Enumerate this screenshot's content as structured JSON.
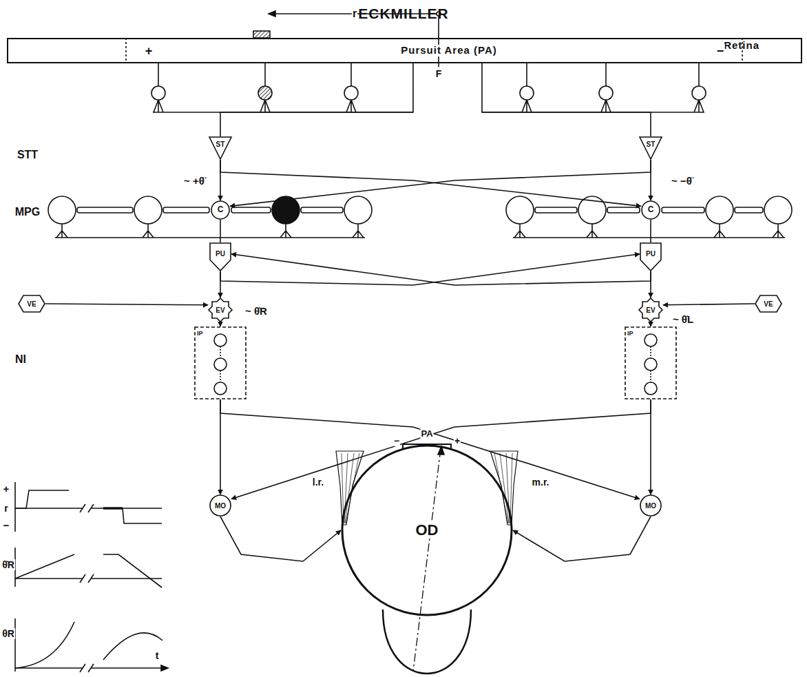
{
  "diagram": {
    "title": "ECKMILLER",
    "nodes": [
      {
        "text": [
          "Retina",
          "Pursuit Area (PA)"
        ]
      },
      {
        "text": [
          "ST"
        ]
      },
      {
        "text": [
          "ST"
        ]
      },
      {
        "text": [
          "C"
        ]
      },
      {
        "text": [
          "C"
        ]
      },
      {
        "text": [
          "PU"
        ]
      },
      {
        "text": [
          "PU"
        ]
      },
      {
        "text": [
          "VE"
        ]
      },
      {
        "text": [
          "EV"
        ]
      },
      {
        "text": [
          "EV"
        ]
      },
      {
        "text": [
          "VE"
        ]
      },
      {
        "text": [
          "IP"
        ]
      },
      {
        "text": [
          "IP"
        ]
      },
      {
        "text": [
          "MO"
        ]
      },
      {
        "text": [
          "MO"
        ]
      },
      {
        "text": [
          "OD"
        ]
      }
    ],
    "edges": [
      {
        "from": 0,
        "to": 1,
        "arrow": "none"
      },
      {
        "from": 0,
        "to": 2,
        "arrow": "none"
      },
      {
        "from": 1,
        "to": 3,
        "arrow": "to"
      },
      {
        "from": 1,
        "to": 4,
        "arrow": "to"
      },
      {
        "from": 2,
        "to": 4,
        "arrow": "to"
      },
      {
        "from": 2,
        "to": 3,
        "arrow": "to"
      },
      {
        "from": 3,
        "to": 5,
        "arrow": "none"
      },
      {
        "from": 4,
        "to": 6,
        "arrow": "none"
      },
      {
        "from": 5,
        "to": 8,
        "arrow": "to"
      },
      {
        "from": 5,
        "to": 6,
        "arrow": "to"
      },
      {
        "from": 6,
        "to": 9,
        "arrow": "to"
      },
      {
        "from": 6,
        "to": 5,
        "arrow": "to"
      },
      {
        "from": 7,
        "to": 8,
        "arrow": "to"
      },
      {
        "from": 8,
        "to": 11,
        "arrow": "to"
      },
      {
        "from": 10,
        "to": 9,
        "arrow": "to"
      },
      {
        "from": 9,
        "to": 12,
        "arrow": "to"
      },
      {
        "from": 11,
        "to": 13,
        "arrow": "to"
      },
      {
        "from": 11,
        "to": 14,
        "arrow": "to"
      },
      {
        "from": 12,
        "to": 14,
        "arrow": "to"
      },
      {
        "from": 12,
        "to": 13,
        "arrow": "to"
      },
      {
        "from": 13,
        "to": 15,
        "arrow": "to"
      },
      {
        "from": 14,
        "to": 15,
        "arrow": "to"
      }
    ],
    "labels": [
      "STT",
      "MPG",
      "NI",
      "+",
      "−",
      "F",
      "r",
      "~ +θ̈",
      "~ −θ̈",
      "~ θ̇R",
      "~ θ̇L",
      "PA",
      "−",
      "+",
      "l.r.",
      "m.r.",
      "+",
      "r",
      "−",
      "θ̇R",
      "θR",
      "t"
    ]
  }
}
